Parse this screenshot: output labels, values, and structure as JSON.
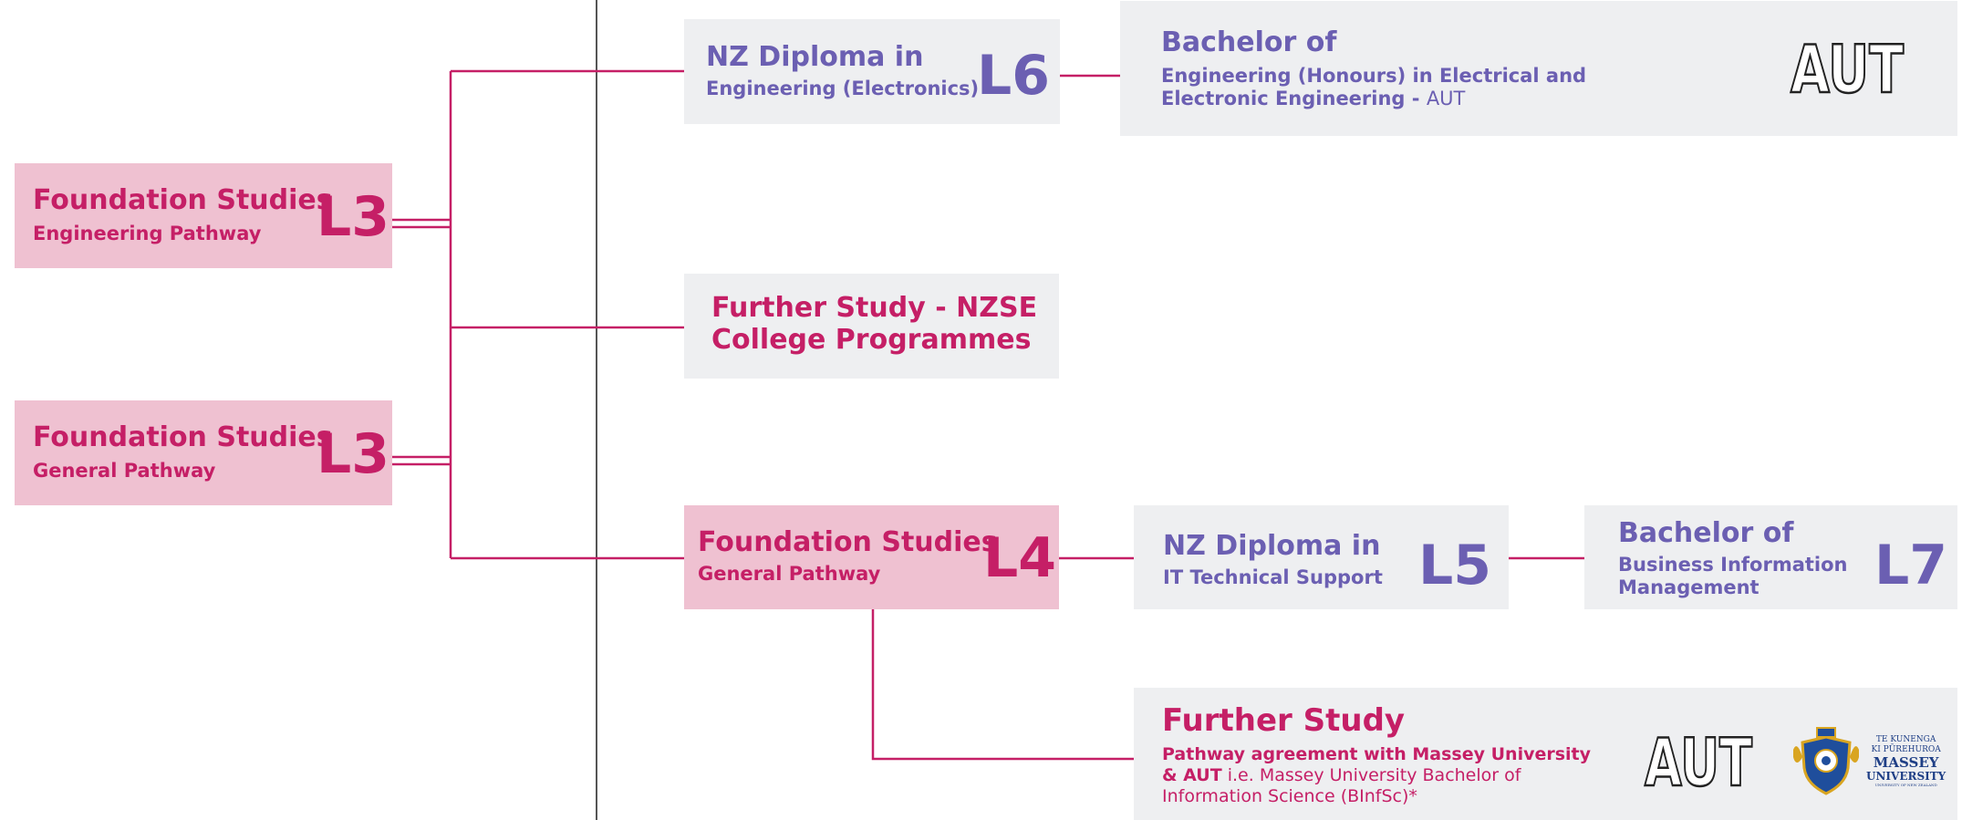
{
  "colors": {
    "magenta": "#c51f66",
    "purple": "#6b5fb2",
    "pink_box": "#efc1d1",
    "grey_box": "#eeeff1",
    "divider": "#555555"
  },
  "foundation_eng": {
    "title": "Foundation Studies",
    "subtitle": "Engineering Pathway",
    "level": "L3"
  },
  "foundation_gen": {
    "title": "Foundation Studies",
    "subtitle": "General Pathway",
    "level": "L3"
  },
  "nz_dip_eng": {
    "title": "NZ Diploma in",
    "subtitle": "Engineering (Electronics)",
    "level": "L6"
  },
  "bachelor_eng": {
    "title": "Bachelor of",
    "line1": "Engineering (Honours) in Electrical and",
    "line2": "Electronic Engineering - ",
    "suffix": "AUT"
  },
  "further_nzse": {
    "line1": "Further Study - NZSE",
    "line2": "College Programmes"
  },
  "foundation_l4": {
    "title": "Foundation Studies",
    "subtitle": "General Pathway",
    "level": "L4"
  },
  "nz_dip_it": {
    "title": "NZ Diploma in",
    "subtitle": "IT Technical Support",
    "level": "L5"
  },
  "bachelor_bim": {
    "title": "Bachelor of",
    "line1": "Business Information",
    "line2": "Management",
    "level": "L7"
  },
  "further_study": {
    "title": "Further Study",
    "line1": "Pathway agreement with Massey University",
    "line2_bold": "& AUT",
    "line2_rest": " i.e. Massey University Bachelor of",
    "line3": "Information Science (BInfSc)*"
  },
  "logos": {
    "aut": "AUT",
    "massey_line1": "TE KUNENGA",
    "massey_line2": "KI PŪREHUROA",
    "massey_line3": "MASSEY",
    "massey_line4": "UNIVERSITY",
    "massey_line5": "UNIVERSITY OF NEW ZEALAND"
  }
}
